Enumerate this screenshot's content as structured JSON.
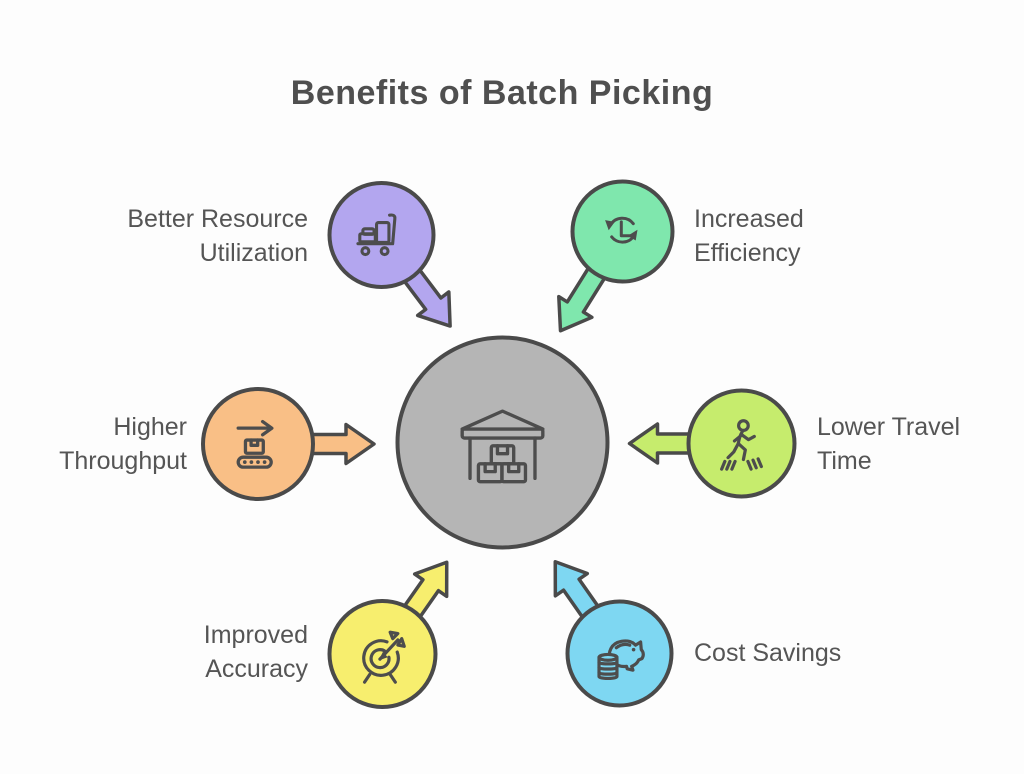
{
  "title": "Benefits of Batch Picking",
  "colors": {
    "background": "#fdfdfd",
    "outline": "#4a4a4a",
    "label_text": "#555555",
    "title_text": "#4f4f4f",
    "center_fill": "#b5b5b5"
  },
  "center": {
    "icon": "warehouse-icon"
  },
  "benefits": [
    {
      "id": "better-resource-utilization",
      "label": "Better Resource\nUtilization",
      "color": "#b3a6ef",
      "icon": "hand-truck-icon",
      "position": "top-left"
    },
    {
      "id": "increased-efficiency",
      "label": "Increased\nEfficiency",
      "color": "#7fe7ad",
      "icon": "clock-refresh-icon",
      "position": "top-right"
    },
    {
      "id": "higher-throughput",
      "label": "Higher\nThroughput",
      "color": "#f9bf86",
      "icon": "conveyor-belt-icon",
      "position": "middle-left"
    },
    {
      "id": "lower-travel-time",
      "label": "Lower Travel\nTime",
      "color": "#c6ec6d",
      "icon": "walking-person-icon",
      "position": "middle-right"
    },
    {
      "id": "improved-accuracy",
      "label": "Improved\nAccuracy",
      "color": "#f7ee6e",
      "icon": "target-arrow-icon",
      "position": "bottom-left"
    },
    {
      "id": "cost-savings",
      "label": "Cost Savings",
      "color": "#7ed7f2",
      "icon": "piggy-bank-icon",
      "position": "bottom-right"
    }
  ]
}
